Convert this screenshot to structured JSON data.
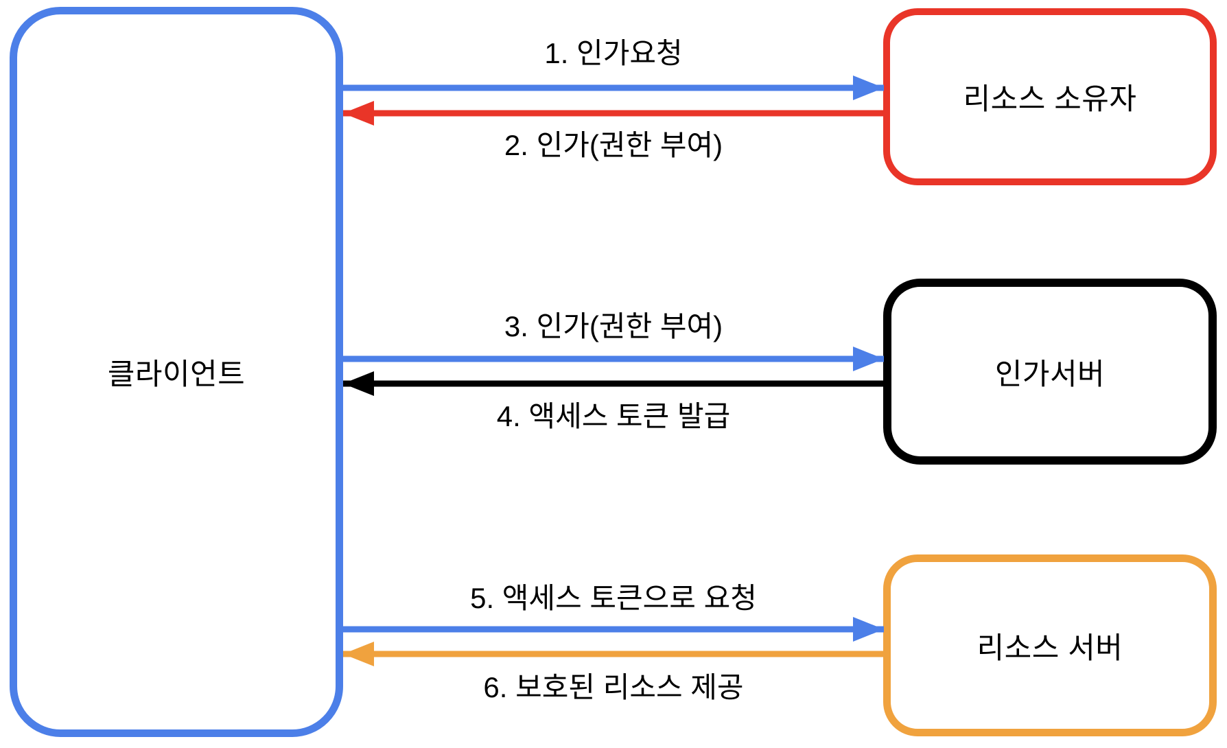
{
  "nodes": {
    "client": {
      "label": "클라이언트",
      "border_color": "#4C7FE8"
    },
    "resource_owner": {
      "label": "리소스 소유자",
      "border_color": "#E93528"
    },
    "auth_server": {
      "label": "인가서버",
      "border_color": "#000000"
    },
    "resource_server": {
      "label": "리소스 서버",
      "border_color": "#F0A23E"
    }
  },
  "flows": [
    {
      "step": 1,
      "label": "1. 인가요청",
      "from": "client",
      "to": "resource_owner",
      "direction": "right",
      "color": "#4C7FE8"
    },
    {
      "step": 2,
      "label": "2. 인가(권한 부여)",
      "from": "resource_owner",
      "to": "client",
      "direction": "left",
      "color": "#E93528"
    },
    {
      "step": 3,
      "label": "3. 인가(권한 부여)",
      "from": "client",
      "to": "auth_server",
      "direction": "right",
      "color": "#4C7FE8"
    },
    {
      "step": 4,
      "label": "4. 액세스 토큰 발급",
      "from": "auth_server",
      "to": "client",
      "direction": "left",
      "color": "#000000"
    },
    {
      "step": 5,
      "label": "5. 액세스 토큰으로 요청",
      "from": "client",
      "to": "resource_server",
      "direction": "right",
      "color": "#4C7FE8"
    },
    {
      "step": 6,
      "label": "6. 보호된 리소스 제공",
      "from": "resource_server",
      "to": "client",
      "direction": "left",
      "color": "#F0A23E"
    }
  ]
}
